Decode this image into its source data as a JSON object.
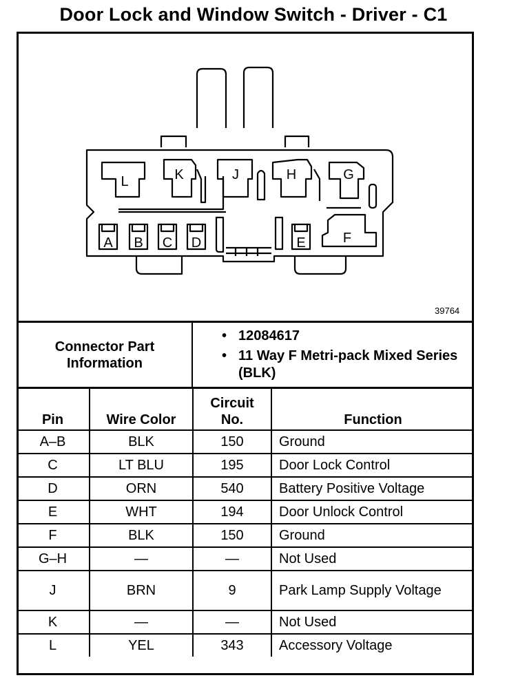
{
  "title": "Door Lock and Window Switch - Driver - C1",
  "figure_number": "39764",
  "connector_pins": {
    "L": "L",
    "K": "K",
    "J": "J",
    "H": "H",
    "G": "G",
    "A": "A",
    "B": "B",
    "C": "C",
    "D": "D",
    "E": "E",
    "F": "F"
  },
  "connector_info": {
    "label": "Connector Part Information",
    "bullet": "•",
    "items": [
      "12084617",
      "11 Way F Metri-pack Mixed Series (BLK)"
    ]
  },
  "table": {
    "headers": {
      "pin": "Pin",
      "wire_color": "Wire Color",
      "circuit_no": "Circuit No.",
      "function": "Function"
    },
    "rows": [
      {
        "pin": "A–B",
        "wire_color": "BLK",
        "circuit": "150",
        "function": "Ground"
      },
      {
        "pin": "C",
        "wire_color": "LT BLU",
        "circuit": "195",
        "function": "Door Lock Control"
      },
      {
        "pin": "D",
        "wire_color": "ORN",
        "circuit": "540",
        "function": "Battery Positive Voltage"
      },
      {
        "pin": "E",
        "wire_color": "WHT",
        "circuit": "194",
        "function": "Door Unlock Control"
      },
      {
        "pin": "F",
        "wire_color": "BLK",
        "circuit": "150",
        "function": "Ground"
      },
      {
        "pin": "G–H",
        "wire_color": "—",
        "circuit": "—",
        "function": "Not Used"
      },
      {
        "pin": "J",
        "wire_color": "BRN",
        "circuit": "9",
        "function": "Park Lamp Supply Voltage"
      },
      {
        "pin": "K",
        "wire_color": "—",
        "circuit": "—",
        "function": "Not Used"
      },
      {
        "pin": "L",
        "wire_color": "YEL",
        "circuit": "343",
        "function": "Accessory Voltage"
      }
    ]
  }
}
